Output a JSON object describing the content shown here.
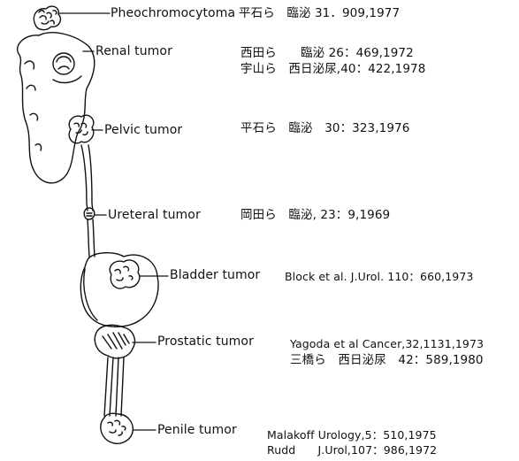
{
  "tumors": [
    {
      "name": "Pheochromocytoma",
      "refs": [
        "平石ら　臨泌 31．909,1977"
      ]
    },
    {
      "name": "Renal tumor",
      "refs": [
        "西田ら　　臨泌 26：469,1972",
        "宇山ら　西日泌尿,40：422,1978"
      ]
    },
    {
      "name": "Pelvic tumor",
      "refs": [
        "平石ら　臨泌　30：323,1976"
      ]
    },
    {
      "name": "Ureteral tumor",
      "refs": [
        "岡田ら　臨泌, 23：9,1969"
      ]
    },
    {
      "name": "Bladder tumor",
      "refs": [
        "Block et al. J.Urol. 110：660,1973"
      ]
    },
    {
      "name": "Prostatic tumor",
      "refs": [
        "Yagoda et al Cancer,32,1131,1973",
        "三橋ら　西日泌尿　42：589,1980"
      ]
    },
    {
      "name": "Penile tumor",
      "refs": [
        "Malakoff Urology,5：510,1975",
        "Rudd　　J.Urol,107：986,1972"
      ]
    }
  ]
}
